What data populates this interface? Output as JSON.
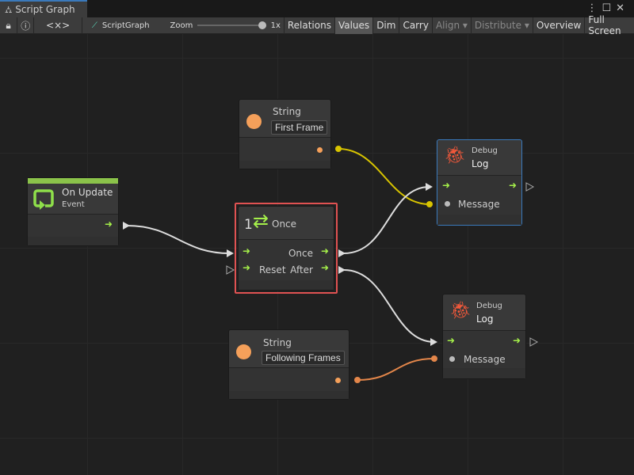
{
  "window": {
    "tab_title": "Script Graph",
    "menu_icon": "more-vert-icon",
    "maximize_icon": "maximize-icon",
    "close_icon": "close-icon"
  },
  "toolbar": {
    "lock_icon": "lock-icon",
    "info_icon": "info-icon",
    "code_icon": "<×>",
    "graph_name": "ScriptGraph",
    "zoom_label": "Zoom",
    "zoom_value": "1x",
    "zoom_level": 1.0,
    "buttons": [
      "Relations",
      "Values",
      "Dim",
      "Carry",
      "Align",
      "Distribute",
      "Overview",
      "Full Screen"
    ]
  },
  "nodes": {
    "string1": {
      "title": "String",
      "value": "First Frame"
    },
    "on_update": {
      "title": "On Update",
      "subtitle": "Event"
    },
    "once": {
      "count": "1",
      "title": "Once",
      "port_once": "Once",
      "port_reset": "Reset",
      "port_after": "After"
    },
    "debug1": {
      "category": "Debug",
      "title": "Log",
      "port_message": "Message"
    },
    "string2": {
      "title": "String",
      "value": "Following Frames"
    },
    "debug2": {
      "category": "Debug",
      "title": "Log",
      "port_message": "Message"
    }
  },
  "colors": {
    "flow": "#a5f04a",
    "string": "#f5a05a",
    "yellow_edge": "#d8c400",
    "orange_edge": "#e3864a",
    "selected": "#e05252",
    "debug_icon": "#f2583a",
    "event_bar": "#8bc34a"
  }
}
